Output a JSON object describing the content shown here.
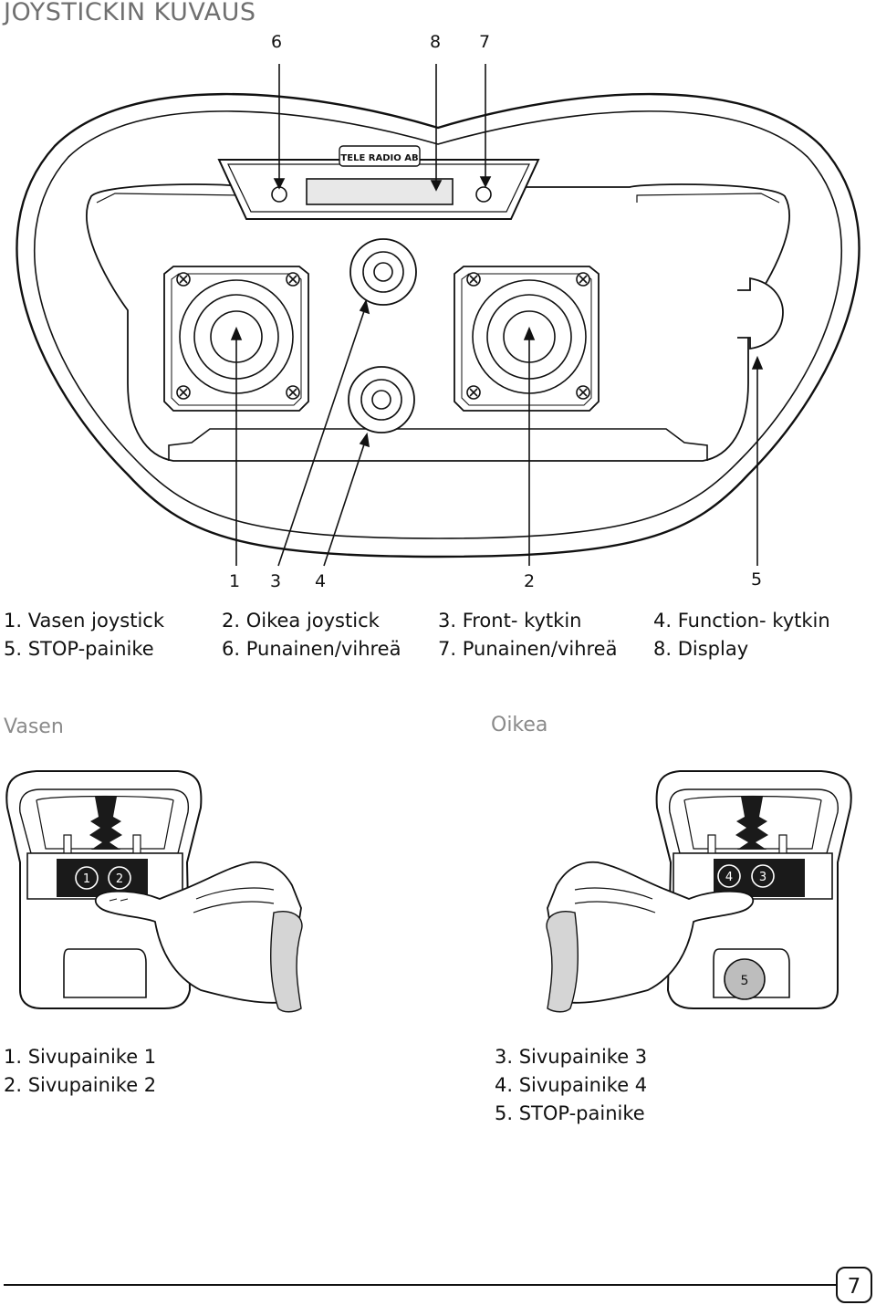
{
  "heading": "JOYSTICKIN KUVAUS",
  "brand": "TELE RADIO AB",
  "callouts_top": [
    "6",
    "8",
    "7"
  ],
  "callouts_bottom": [
    "1",
    "3",
    "4",
    "2",
    "5"
  ],
  "legend": {
    "col1": [
      "1. Vasen joystick",
      "5. STOP-painike"
    ],
    "col2": [
      "2. Oikea joystick",
      "6. Punainen/vihreä"
    ],
    "col3": [
      "3. Front- kytkin",
      "7. Punainen/vihreä"
    ],
    "col4": [
      "4. Function- kytkin",
      "8. Display"
    ]
  },
  "side_views": {
    "left_label": "Vasen",
    "right_label": "Oikea",
    "left_buttons": [
      "1",
      "2"
    ],
    "right_buttons": [
      "4",
      "3"
    ],
    "stop_button": "5"
  },
  "side_legend": {
    "left": [
      "1. Sivupainike 1",
      "2. Sivupainike 2"
    ],
    "right": [
      "3. Sivupainike 3",
      "4. Sivupainike 4",
      "5. STOP-painike"
    ]
  },
  "page_number": "7"
}
